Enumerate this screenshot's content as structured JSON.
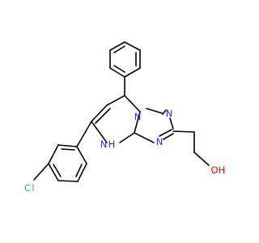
{
  "atoms": {
    "n_bridge": {
      "text": "N",
      "color": "#2a2aff"
    },
    "n_triazole_top": {
      "text": "N",
      "color": "#2a2aff"
    },
    "n_triazole_right": {
      "text": "N",
      "color": "#2a2aff"
    },
    "n_h": {
      "text": "N",
      "color": "#2a2aff"
    },
    "h_on_n": {
      "text": "H",
      "color": "#2a2aff"
    },
    "oh_o": {
      "text": "O",
      "color": "#ff0000"
    },
    "oh_h": {
      "text": "H",
      "color": "#ff0000"
    },
    "cl_c": {
      "text": "C",
      "color": "#2db84d"
    },
    "cl_l": {
      "text": "l",
      "color": "#2db84d"
    }
  }
}
